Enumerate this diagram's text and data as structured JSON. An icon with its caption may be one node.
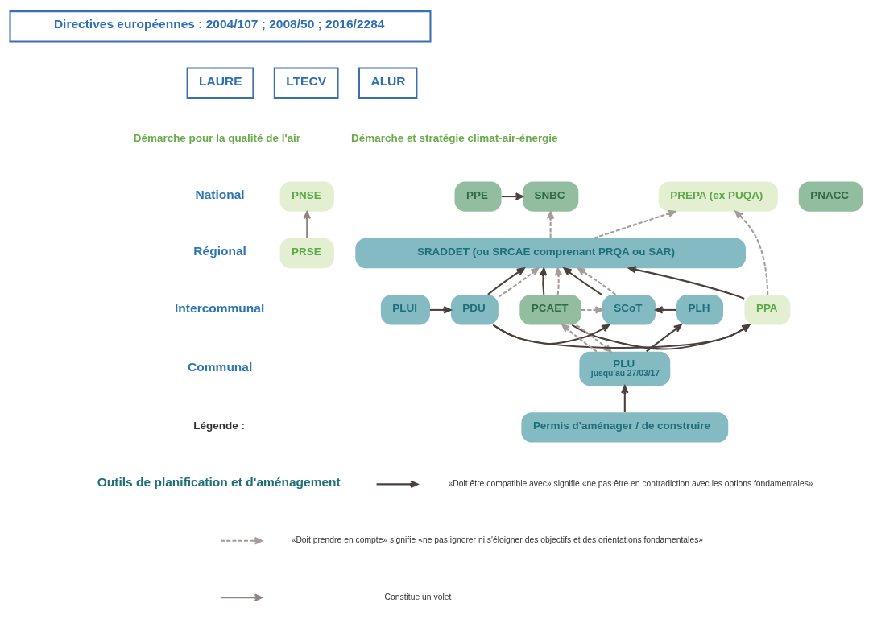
{
  "diagram": {
    "nodes": [
      {
        "text": [
          "Directives européennes : 2004/107 ; 2008/50 ; 2016/2284"
        ]
      },
      {
        "text": [
          "LAURE"
        ]
      },
      {
        "text": [
          "LTECV"
        ]
      },
      {
        "text": [
          "ALUR"
        ]
      },
      {
        "text": [
          "PNSE"
        ]
      },
      {
        "text": [
          "PREPA (ex PUQA)"
        ]
      },
      {
        "text": [
          "SNBC"
        ]
      },
      {
        "text": [
          "PPE"
        ]
      },
      {
        "text": [
          "PNACC"
        ]
      },
      {
        "text": [
          "PRSE"
        ]
      },
      {
        "text": [
          "SRADDET (ou SRCAE comprenant PRQA ou SAR)"
        ]
      },
      {
        "text": [
          "PPA"
        ]
      },
      {
        "text": [
          "PCAET"
        ]
      },
      {
        "text": [
          "SCoT"
        ]
      },
      {
        "text": [
          "PDU"
        ]
      },
      {
        "text": [
          "PLUI"
        ]
      },
      {
        "text": [
          "PLH"
        ]
      },
      {
        "text": [
          "PLU",
          "jusqu'au 27/03/17"
        ]
      },
      {
        "text": [
          "Permis d'aménager / de construire"
        ]
      }
    ],
    "edges": [
      {
        "from": 7,
        "to": 6,
        "arrow": "to"
      },
      {
        "from": 9,
        "to": 4,
        "arrow": "to",
        "color": "#8f8482"
      },
      {
        "from": 11,
        "to": 5,
        "arrow": "to",
        "style": "dashed",
        "color": "#a59c9a"
      },
      {
        "from": 10,
        "to": 5,
        "arrow": "to",
        "style": "dashed",
        "color": "#a59c9a"
      },
      {
        "from": 10,
        "to": 6,
        "arrow": "to",
        "style": "dashed",
        "color": "#a59c9a"
      },
      {
        "from": 11,
        "to": 10,
        "arrow": "to"
      },
      {
        "from": 12,
        "to": 10,
        "arrow": "to"
      },
      {
        "from": 12,
        "to": 10,
        "arrow": "to",
        "style": "dashed",
        "color": "#a59c9a"
      },
      {
        "from": 13,
        "to": 10,
        "arrow": "to"
      },
      {
        "from": 13,
        "to": 10,
        "arrow": "to",
        "style": "dashed",
        "color": "#a59c9a"
      },
      {
        "from": 14,
        "to": 10,
        "arrow": "to"
      },
      {
        "from": 14,
        "to": 10,
        "arrow": "to",
        "style": "dashed",
        "color": "#a59c9a"
      },
      {
        "from": 16,
        "to": 13,
        "arrow": "to"
      },
      {
        "from": 12,
        "to": 11,
        "arrow": "to"
      },
      {
        "from": 12,
        "to": 13,
        "arrow": "to",
        "style": "dashed",
        "color": "#a59c9a"
      },
      {
        "from": 14,
        "to": 13,
        "arrow": "to"
      },
      {
        "from": 15,
        "to": 14,
        "arrow": "to"
      },
      {
        "from": 14,
        "to": 11,
        "arrow": "to"
      },
      {
        "from": 12,
        "to": 17,
        "arrow": "to",
        "style": "dashed",
        "color": "#a59c9a"
      },
      {
        "from": 17,
        "to": 12,
        "arrow": "to",
        "style": "dashed",
        "color": "#a59c9a"
      },
      {
        "from": 17,
        "to": 16,
        "arrow": "to"
      },
      {
        "from": 18,
        "to": 17,
        "arrow": "to"
      }
    ],
    "labels": [
      "Démarche pour la qualité de l'air",
      "Démarche et stratégie climat-air-énergie",
      "National",
      "Régional",
      "Intercommunal",
      "Communal",
      "Légende :",
      "Outils de planification et d'aménagement"
    ],
    "legend": [
      {
        "text": "«Doit être compatible avec» signifie «ne pas être en contradiction avec les options fondamentales»"
      },
      {
        "text": "«Doit prendre en compte» signifie «ne pas ignorer ni s'éloigner des objectifs et des orientations fondamentales»"
      },
      {
        "text": "Constitue un volet"
      }
    ]
  }
}
